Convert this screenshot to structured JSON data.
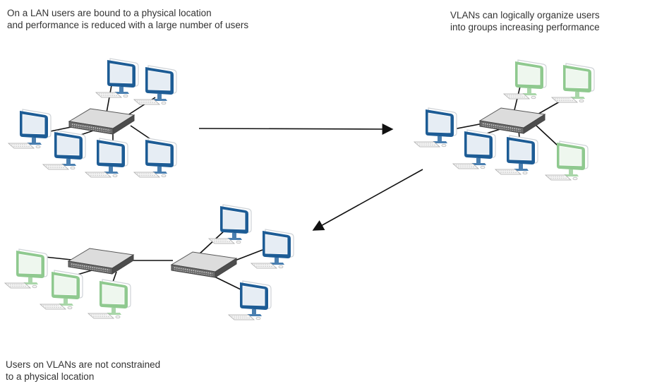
{
  "captions": {
    "lan_line1": "On a LAN users are bound to a physical location",
    "lan_line2": "and performance is reduced with a large number of users",
    "vlan_line1": "VLANs can logically organize users",
    "vlan_line2": "into groups increasing performance",
    "users_line1": "Users on VLANs are not constrained",
    "users_line2": "to a physical location"
  },
  "colors": {
    "blue_group": "#1d5c95",
    "green_group": "#8fc98f",
    "switch": "#555555",
    "link": "#111111"
  },
  "icons": {
    "workstation": "computer-monitor-keyboard-icon",
    "switch": "network-switch-icon",
    "arrow": "flow-arrow"
  },
  "scenes": [
    {
      "name": "lan",
      "workstations": [
        "blue",
        "blue",
        "blue",
        "blue",
        "blue",
        "blue",
        "blue"
      ]
    },
    {
      "name": "vlan",
      "workstations": [
        "green",
        "green",
        "blue",
        "blue",
        "blue",
        "green"
      ]
    },
    {
      "name": "distributed-vlan",
      "workstations": [
        "blue",
        "blue",
        "green",
        "green",
        "green",
        "blue"
      ]
    }
  ]
}
